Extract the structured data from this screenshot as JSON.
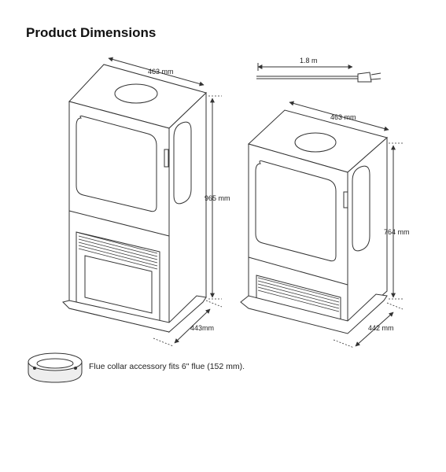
{
  "title": "Product Dimensions",
  "left_stove": {
    "width_label": "463 mm",
    "height_label": "965 mm",
    "depth_label": "443mm"
  },
  "right_stove": {
    "cord_label": "1.8 m",
    "width_label": "463 mm",
    "height_label": "764 mm",
    "depth_label": "442 mm"
  },
  "accessory_note": "Flue collar accessory fits 6\" flue (152 mm).",
  "icons": [
    "stove-tall-illustration",
    "stove-short-illustration",
    "power-plug-icon",
    "flue-collar-icon"
  ],
  "colors": {
    "line": "#333333",
    "fill": "#ffffff"
  }
}
